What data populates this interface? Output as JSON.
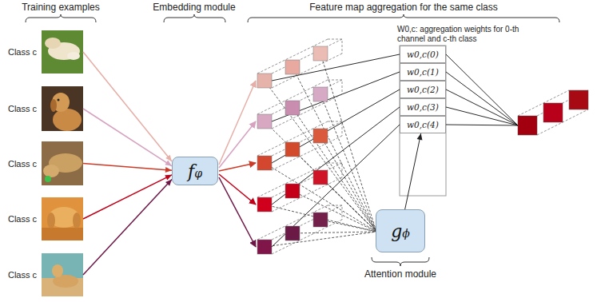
{
  "diagram": {
    "nodes": [
      {
        "text": [
          "Class c"
        ]
      },
      {
        "text": [
          "Class c"
        ]
      },
      {
        "text": [
          "Class c"
        ]
      },
      {
        "text": [
          "Class c"
        ]
      },
      {
        "text": [
          "Class c"
        ]
      },
      {
        "text": [
          "fφ"
        ]
      },
      {
        "text": [
          "w0,c(0)"
        ]
      },
      {
        "text": [
          "w0,c(1)"
        ]
      },
      {
        "text": [
          "w0,c(2)"
        ]
      },
      {
        "text": [
          "w0,c(3)"
        ]
      },
      {
        "text": [
          "w0,c(4)"
        ]
      },
      {
        "text": [
          "gϕ"
        ]
      }
    ],
    "edges": [
      {
        "from": 0,
        "to": 5,
        "arrow": "to"
      },
      {
        "from": 1,
        "to": 5,
        "arrow": "to"
      },
      {
        "from": 2,
        "to": 5,
        "arrow": "to"
      },
      {
        "from": 3,
        "to": 5,
        "arrow": "to"
      },
      {
        "from": 4,
        "to": 5,
        "arrow": "to"
      },
      {
        "from": 11,
        "to": 10,
        "arrow": "to"
      }
    ],
    "labels": [
      "Training examples",
      "Embedding module",
      "Feature map aggregation for the same class",
      "W0,c: aggregation weights for 0-th channel and c-th class",
      "Attention module"
    ]
  }
}
